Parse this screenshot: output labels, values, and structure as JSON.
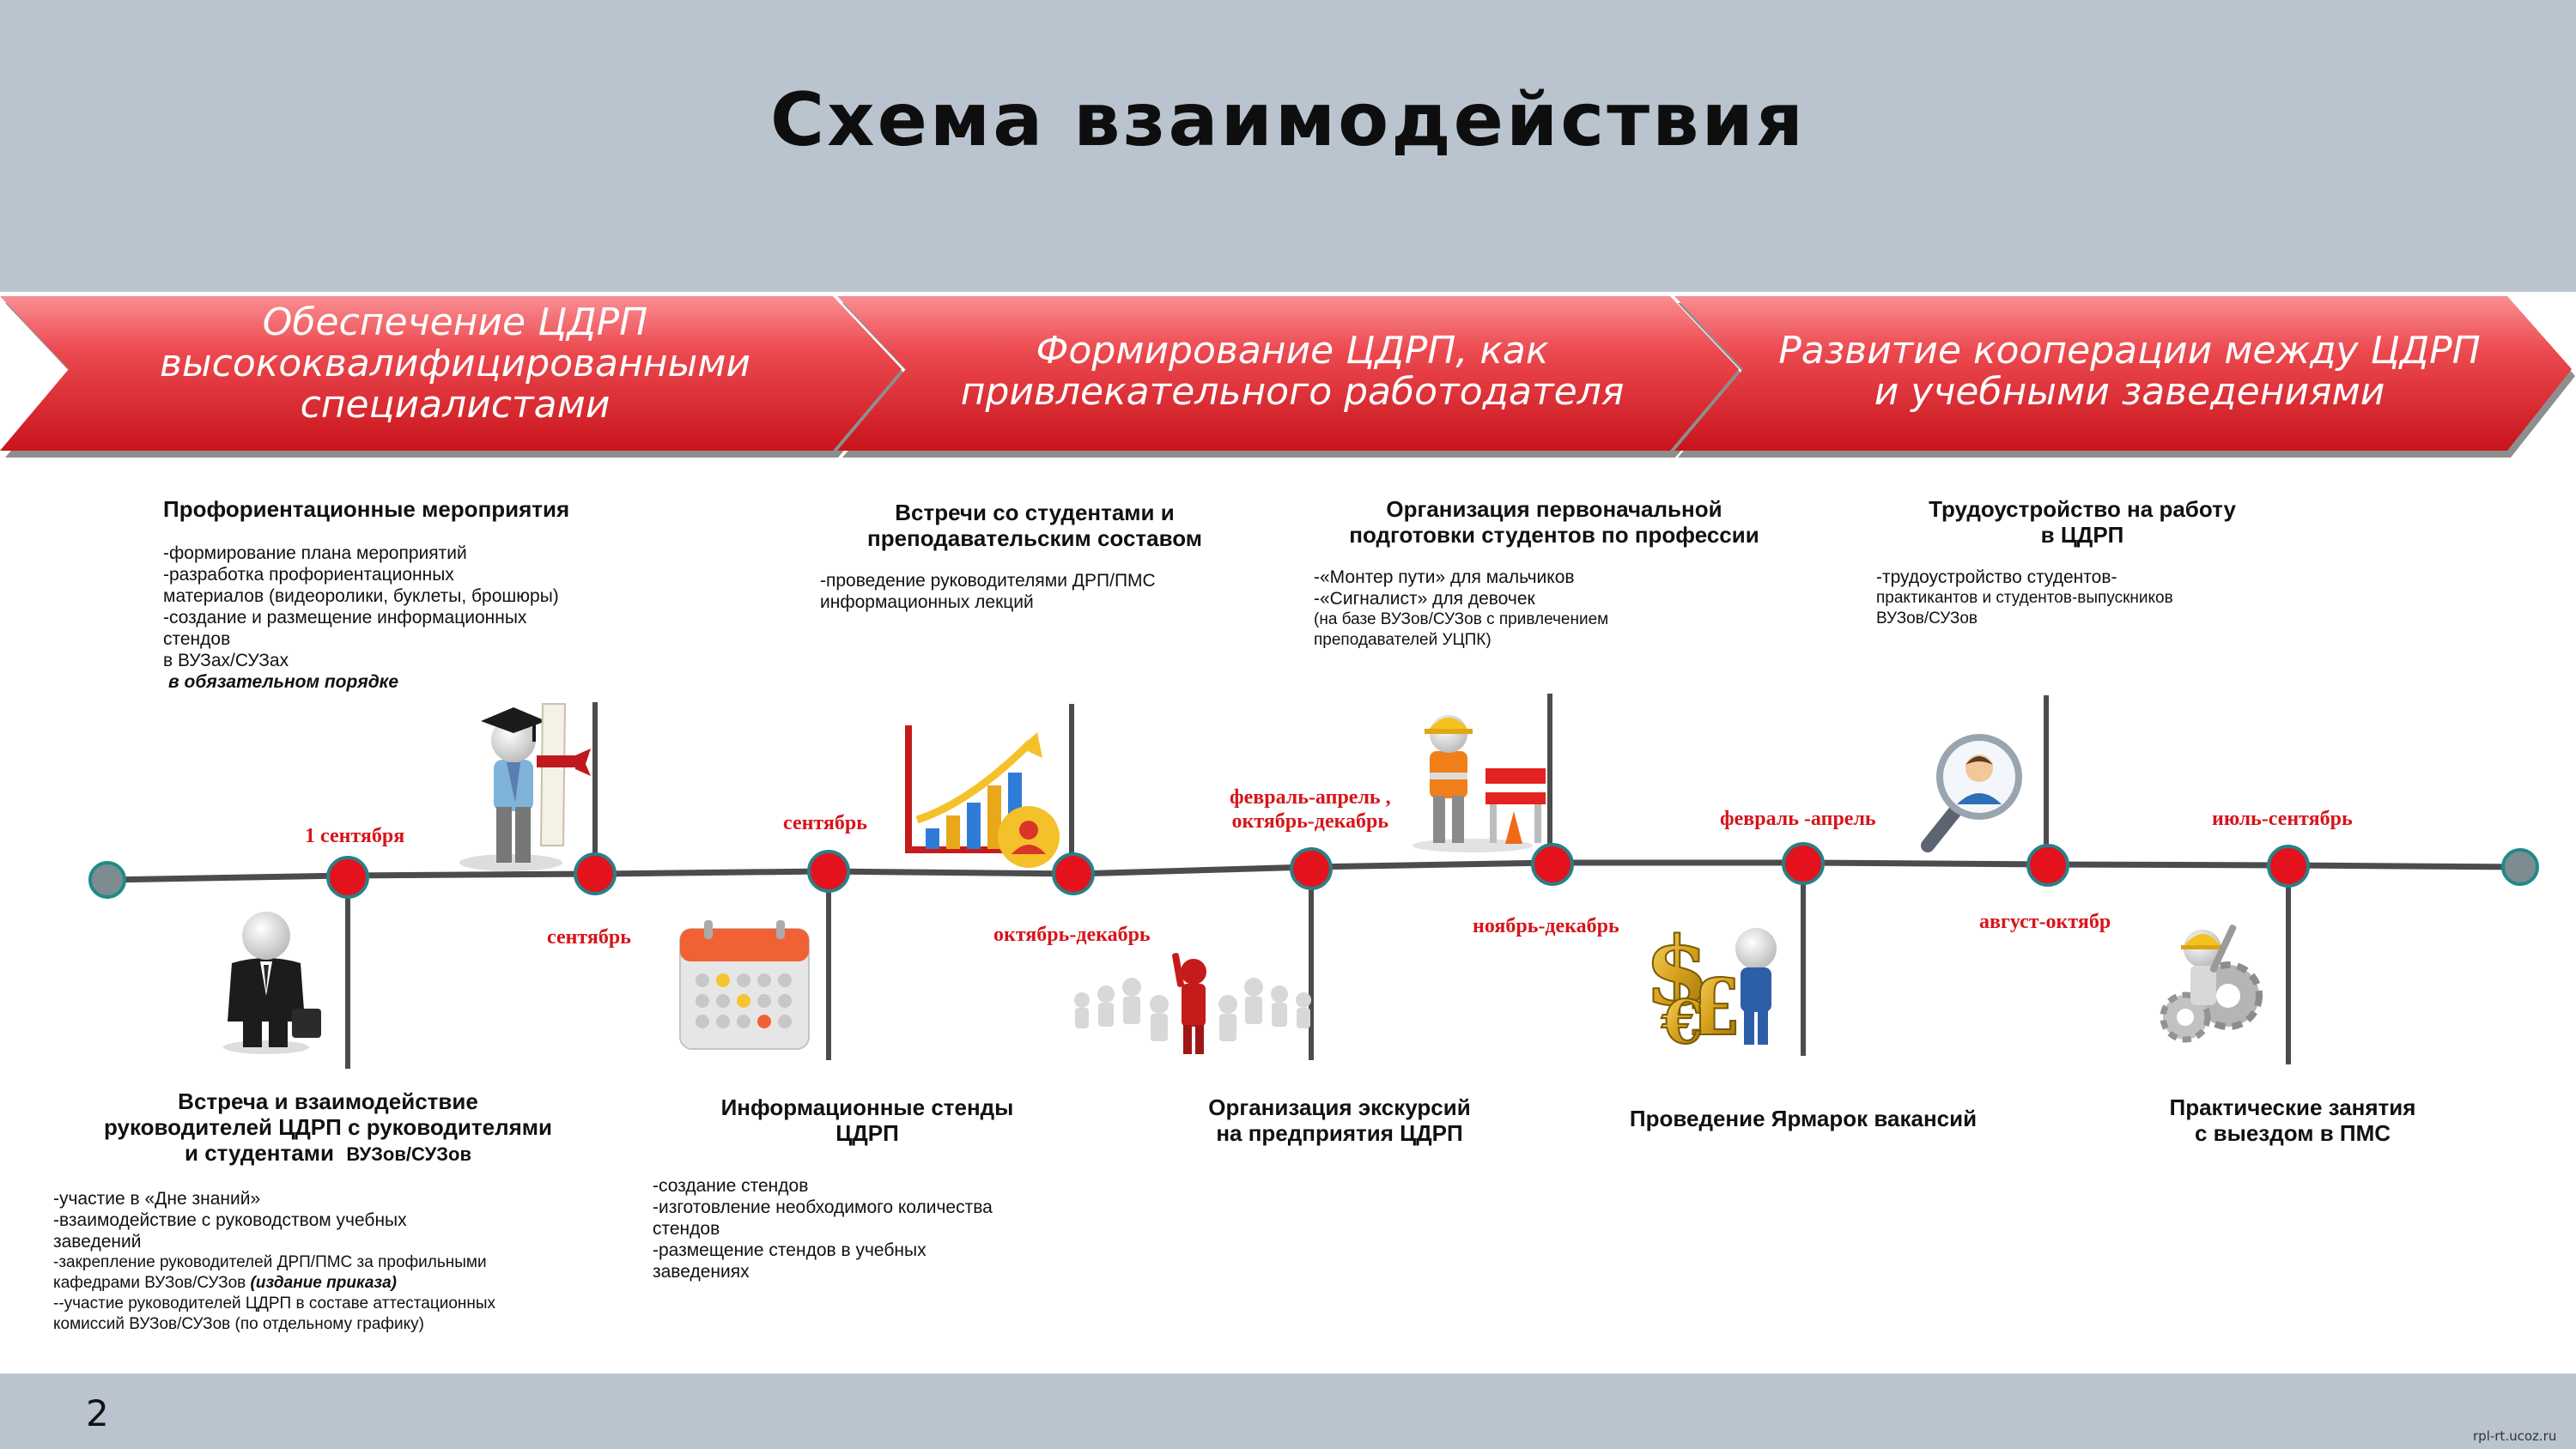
{
  "title": "Схема взаимодействия",
  "page_number": "2",
  "watermark": "rpl-rt.ucoz.ru",
  "colors": {
    "header_bg": "#bac4ce",
    "arrow_red": "#e8363e",
    "date_red": "#d7141b",
    "timeline": "#4a4a4a",
    "node_red": "#e3121c",
    "node_teal": "#2f8a8a"
  },
  "arrows": [
    {
      "lines": [
        "Обеспечение ЦДРП",
        "высококвалифицированными",
        "специалистами"
      ]
    },
    {
      "lines": [
        "Формирование ЦДРП, как",
        "привлекательного работодателя"
      ]
    },
    {
      "lines": [
        "Развитие кооперации между ЦДРП",
        "и учебными заведениями"
      ]
    }
  ],
  "dates": {
    "d1": "1 сентября",
    "d2": "сентябрь",
    "d3": "сентябрь",
    "d4": "октябрь-декабрь",
    "d5a": "февраль-апрель ,",
    "d5b": "октябрь-декабрь",
    "d6": "ноябрь-декабрь",
    "d7": "февраль -апрель",
    "d8": "август-октябр",
    "d9": "июль-сентябрь"
  },
  "top_blocks": {
    "b1": {
      "title": "Профориентационные мероприятия",
      "lines": [
        "-формирование плана мероприятий",
        "-разработка профориентационных",
        "материалов (видеоролики, буклеты, брошюры)",
        "-создание и размещение информационных",
        "стендов",
        "в ВУЗах/СУЗах"
      ],
      "emph": "в обязательном порядке"
    },
    "b2": {
      "title1": "Встречи со студентами и",
      "title2": "преподавательским составом",
      "lines": [
        "-проведение руководителями ДРП/ПМС",
        "информационных лекций"
      ]
    },
    "b3": {
      "title1": "Организация первоначальной",
      "title2": "подготовки студентов по профессии",
      "lines": [
        "-«Монтер пути» для мальчиков",
        "-«Сигналист» для девочек"
      ],
      "small": [
        "(на базе ВУЗов/СУЗов с привлечением",
        "преподавателей УЦПК)"
      ]
    },
    "b4": {
      "title1": "Трудоустройство на работу",
      "title2": "в ЦДРП",
      "lines": [
        "-трудоустройство студентов-"
      ],
      "small": [
        "практикантов и студентов-выпускников",
        "ВУЗов/СУЗов"
      ]
    }
  },
  "bottom_blocks": {
    "b5": {
      "title1": "Встреча и взаимодействие",
      "title2": "руководителей ЦДРП с руководителями",
      "title3": "и студентами",
      "title3b": "ВУЗов/СУЗов",
      "lines": [
        "-участие в «Дне знаний»",
        "-взаимодействие с руководством учебных",
        "заведений"
      ],
      "small1": "-закрепление руководителей ДРП/ПМС за профильными",
      "small2": "кафедрами ВУЗов/СУЗов",
      "small2_emph": "(издание приказа)",
      "small3": "--участие руководителей ЦДРП в составе аттестационных",
      "small4": "комиссий ВУЗов/СУЗов  (по отдельному графику)"
    },
    "b6": {
      "title1": "Информационные стенды",
      "title2": "ЦДРП",
      "lines": [
        "-создание стендов",
        "-изготовление необходимого количества",
        "стендов",
        "-размещение стендов в учебных",
        "заведениях"
      ]
    },
    "b7": {
      "title1": "Организация экскурсий",
      "title2": "на предприятия ЦДРП"
    },
    "b8": {
      "title1": "Проведение Ярмарок вакансий"
    },
    "b9": {
      "title1": "Практические занятия",
      "title2": "с выездом в ПМС"
    }
  },
  "icons": [
    "graduate-figure-icon",
    "businessman-figure-icon",
    "growth-chart-icon",
    "calendar-icon",
    "leader-crowd-icon",
    "construction-worker-icon",
    "currency-symbols-icon",
    "magnifier-person-icon",
    "worker-gears-icon",
    "rzd-logo"
  ]
}
